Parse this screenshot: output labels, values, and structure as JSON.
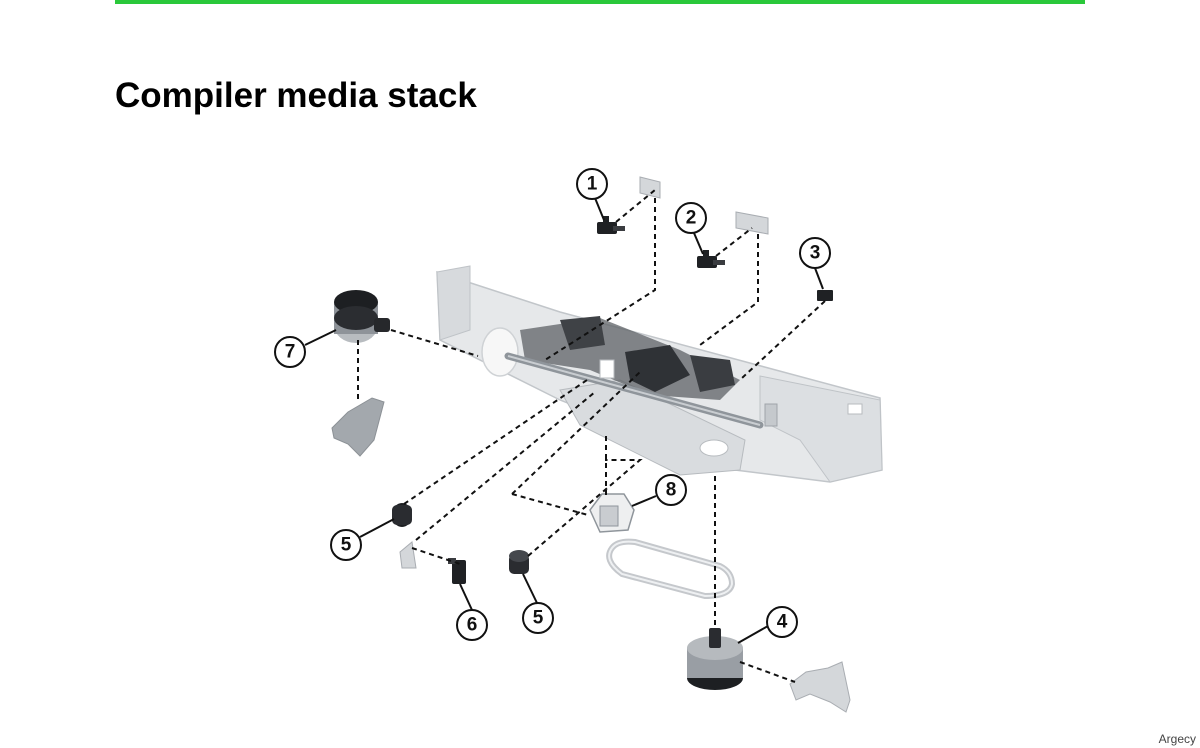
{
  "page": {
    "title": "Compiler media stack",
    "accent_color": "#2ac83a"
  },
  "callouts": [
    {
      "id": "callout-1",
      "number": "1"
    },
    {
      "id": "callout-2",
      "number": "2"
    },
    {
      "id": "callout-3",
      "number": "3"
    },
    {
      "id": "callout-4",
      "number": "4"
    },
    {
      "id": "callout-5a",
      "number": "5"
    },
    {
      "id": "callout-5b",
      "number": "5"
    },
    {
      "id": "callout-6",
      "number": "6"
    },
    {
      "id": "callout-7",
      "number": "7"
    },
    {
      "id": "callout-8",
      "number": "8"
    }
  ],
  "watermark": "Argecy"
}
